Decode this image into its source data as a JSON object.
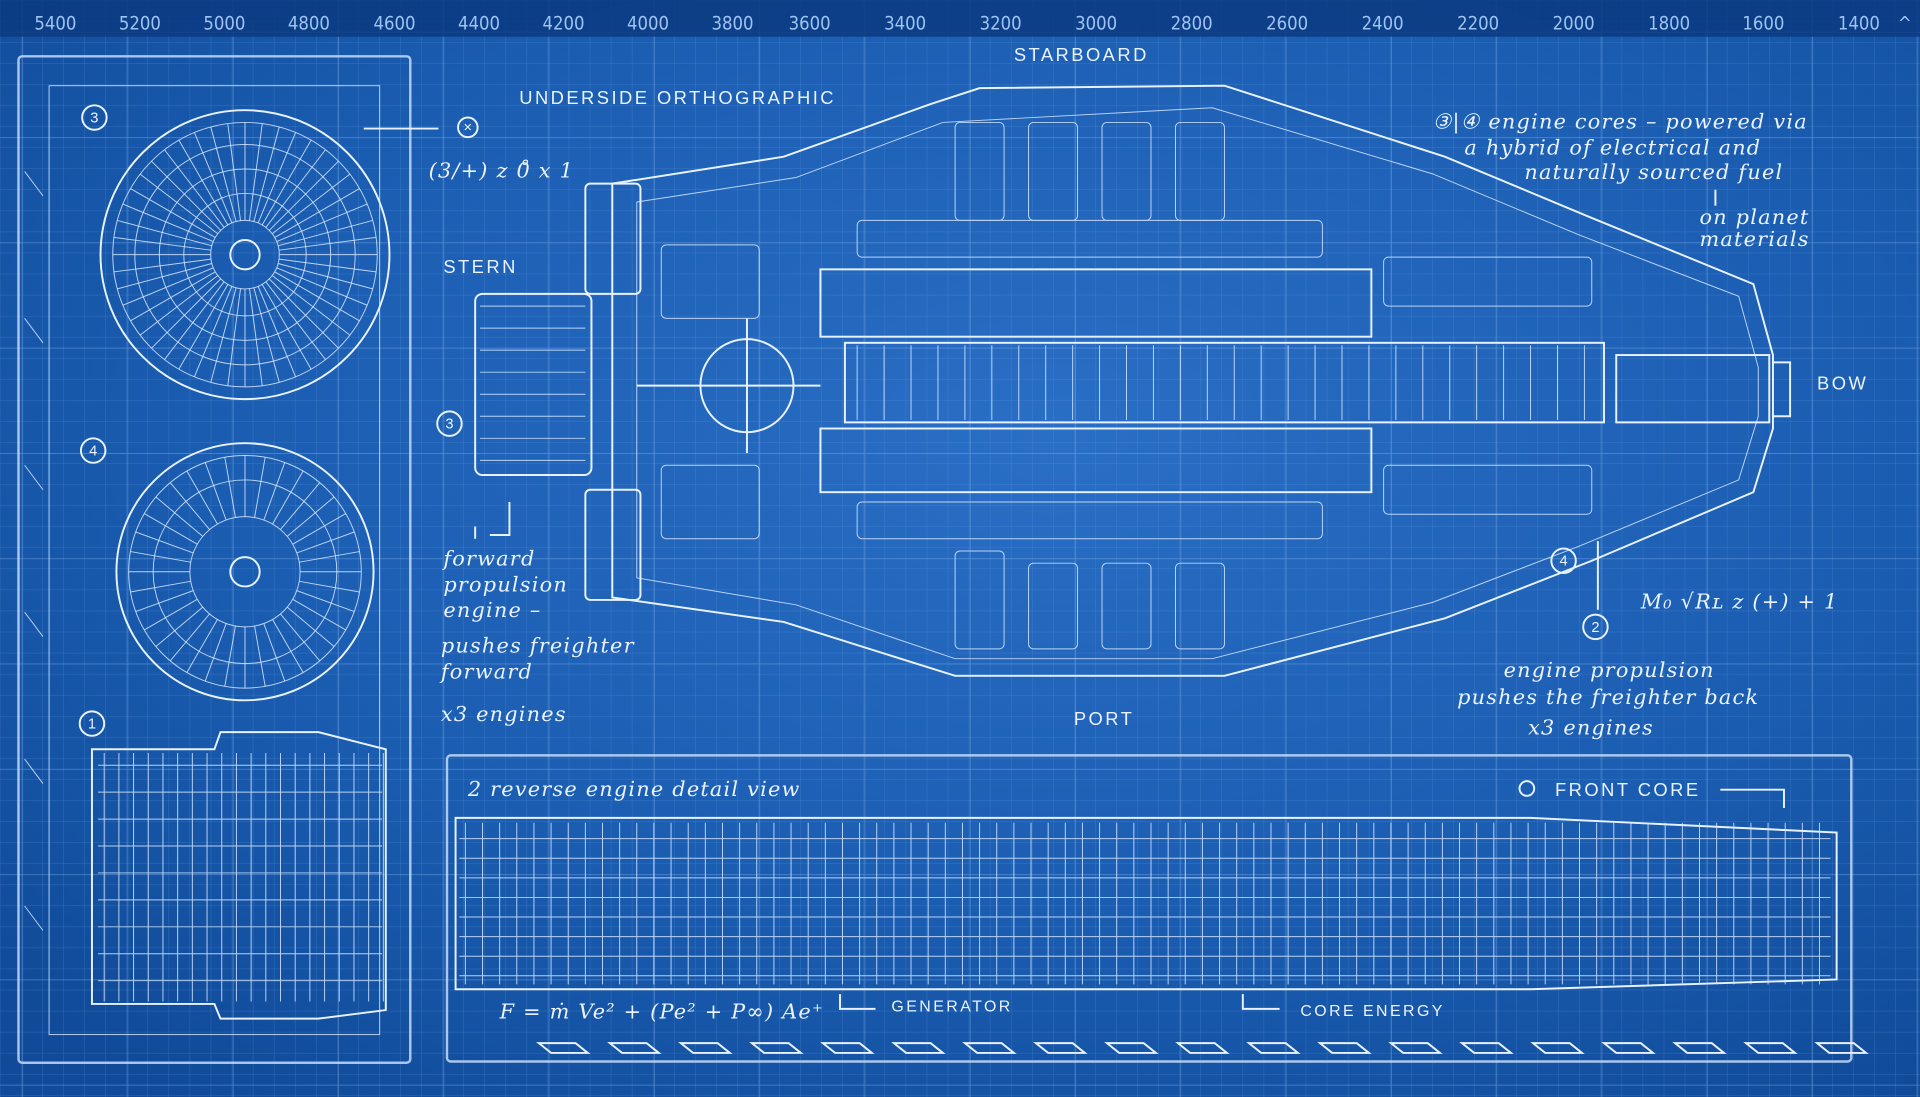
{
  "colors": {
    "background": "#1a5fb4",
    "grid": "#4f8bd6",
    "ink": "#eaf3ff",
    "ruler_band": "#0b3a80"
  },
  "ruler": {
    "ticks": [
      "5400",
      "5200",
      "5000",
      "4800",
      "4600",
      "4400",
      "4200",
      "4000",
      "3800",
      "3600",
      "3400",
      "3200",
      "3000",
      "2800",
      "2600",
      "2400",
      "2200",
      "2000",
      "1800",
      "1600",
      "1400"
    ],
    "arrow": "^"
  },
  "labels": {
    "starboard": "STARBOARD",
    "port": "PORT",
    "stern": "STERN",
    "bow": "BOW",
    "underside": "UNDERSIDE ORTHOGRAPHIC",
    "front_core": "FRONT CORE",
    "generator": "GENERATOR",
    "core_energy": "CORE ENERGY",
    "reverse_detail": "2 reverse engine detail view"
  },
  "markers": {
    "one": "1",
    "two": "2",
    "three": "3",
    "four": "4",
    "x": "×"
  },
  "formulas": {
    "top_left": "(3/+) z 0̊ x 1",
    "right": "M₀ √Rʟ  z (+) + 1",
    "bottom": "F = ṁ Ve² + (Pe² + P∞) Ae⁺"
  },
  "notes": {
    "engine_cores": [
      "③|④ engine cores – powered via",
      "a hybrid of electrical and",
      "naturally sourced fuel"
    ],
    "planet": [
      "on planet",
      "materials"
    ],
    "forward_engine": [
      "forward",
      "propulsion",
      "engine –",
      "pushes freighter",
      "forward"
    ],
    "forward_count": "x3 engines",
    "reverse_engine": [
      "engine propulsion",
      "pushes the freighter back"
    ],
    "reverse_count": "x3 engines"
  }
}
